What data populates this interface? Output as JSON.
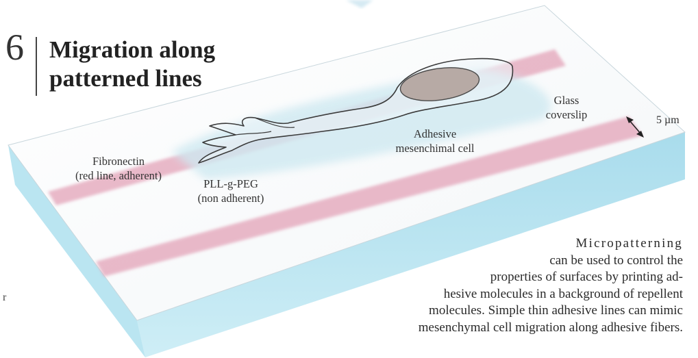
{
  "figure": {
    "number": "6",
    "title": [
      "Migration along",
      "patterned lines"
    ]
  },
  "labels": {
    "fibronectin": [
      "Fibronectin",
      "(red line, adherent)"
    ],
    "pll_peg": [
      "PLL-g-PEG",
      "(non adherent)"
    ],
    "cell": [
      "Adhesive",
      "mesenchimal cell"
    ],
    "glass": [
      "Glass",
      "coverslip"
    ],
    "width": "5 µm",
    "edge_letter": "r"
  },
  "description": [
    "Micropatterning",
    "can be used to control the",
    "properties of surfaces by printing ad-",
    "hesive molecules in a background of repellent",
    "molecules. Simple thin adhesive lines can mimic",
    "mesenchymal cell migration along adhesive fibers."
  ],
  "colors": {
    "glass_top": "#fbfcfd",
    "glass_edge": "#8fd0e6",
    "adhesive_line": "#e3a3b8",
    "cell_wash": "#cfe9f1",
    "nucleus": "#b7aaa5",
    "outline": "#3a3a3a"
  },
  "icons": [
    "double-arrow-icon"
  ]
}
